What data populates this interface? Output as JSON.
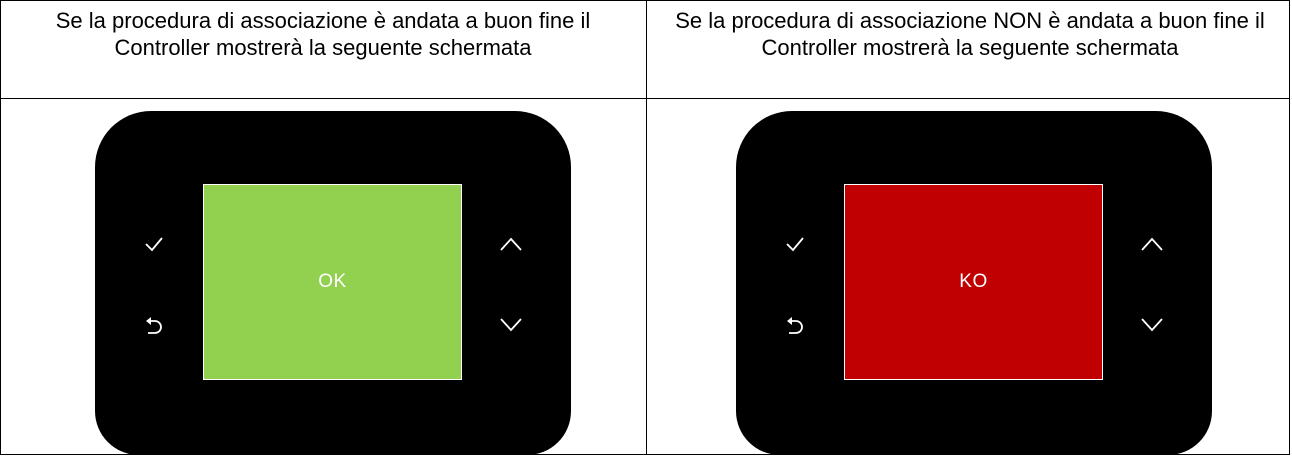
{
  "panels": [
    {
      "caption": "Se la procedura di associazione è andata a buon fine il Controller mostrerà la seguente schermata",
      "screen_text": "OK",
      "screen_color": "#92d050"
    },
    {
      "caption": "Se la procedura di associazione NON è andata a buon fine il Controller mostrerà la seguente schermata",
      "screen_text": "KO",
      "screen_color": "#c00000"
    }
  ],
  "icons": {
    "left_top": "check-icon",
    "left_bottom": "back-arrow-icon",
    "right_top": "chevron-up-icon",
    "right_bottom": "chevron-down-icon"
  },
  "colors": {
    "device_body": "#000000",
    "icon_stroke": "#ffffff"
  }
}
